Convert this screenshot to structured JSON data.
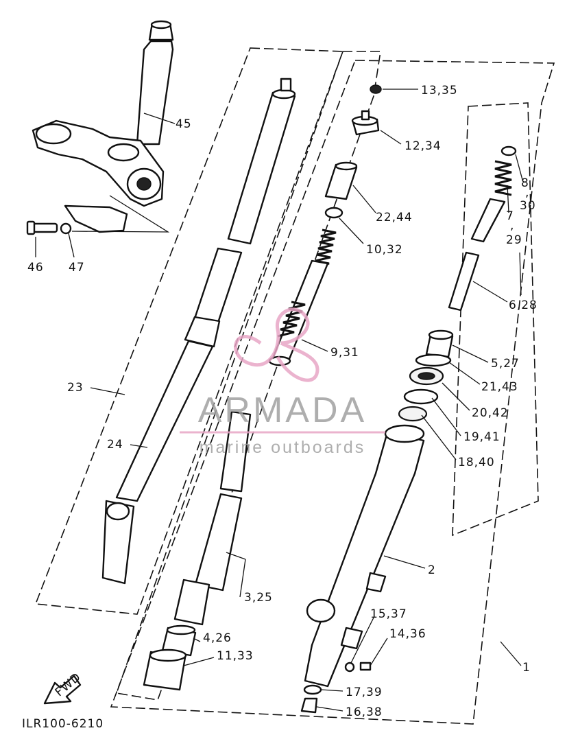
{
  "diagram": {
    "code": "ILR100-6210",
    "fwd_label": "FWD",
    "callouts": [
      {
        "id": "45",
        "text": "45"
      },
      {
        "id": "46",
        "text": "46"
      },
      {
        "id": "47",
        "text": "47"
      },
      {
        "id": "23",
        "text": "23"
      },
      {
        "id": "24",
        "text": "24"
      },
      {
        "id": "13_35",
        "text": "13,35"
      },
      {
        "id": "12_34",
        "text": "12,34"
      },
      {
        "id": "22_44",
        "text": "22,44"
      },
      {
        "id": "10_32",
        "text": "10,32"
      },
      {
        "id": "9_31",
        "text": "9,31"
      },
      {
        "id": "8",
        "text": "8"
      },
      {
        "id": "comma1",
        "text": ","
      },
      {
        "id": "30",
        "text": "30"
      },
      {
        "id": "7",
        "text": "7"
      },
      {
        "id": "comma2",
        "text": ","
      },
      {
        "id": "29",
        "text": "29"
      },
      {
        "id": "6_28",
        "text": "6,28"
      },
      {
        "id": "5_27",
        "text": "5,27"
      },
      {
        "id": "21_43",
        "text": "21,43"
      },
      {
        "id": "20_42",
        "text": "20,42"
      },
      {
        "id": "19_41",
        "text": "19,41"
      },
      {
        "id": "18_40",
        "text": "18,40"
      },
      {
        "id": "2",
        "text": "2"
      },
      {
        "id": "3_25",
        "text": "3,25"
      },
      {
        "id": "4_26",
        "text": "4,26"
      },
      {
        "id": "11_33",
        "text": "11,33"
      },
      {
        "id": "15_37",
        "text": "15,37"
      },
      {
        "id": "14_36",
        "text": "14,36"
      },
      {
        "id": "1",
        "text": "1"
      },
      {
        "id": "17_39",
        "text": "17,39"
      },
      {
        "id": "16_38",
        "text": "16,38"
      }
    ]
  },
  "watermark": {
    "brand": "ARMADA",
    "tagline": "marine outboards",
    "color": "#e8a6c6"
  }
}
